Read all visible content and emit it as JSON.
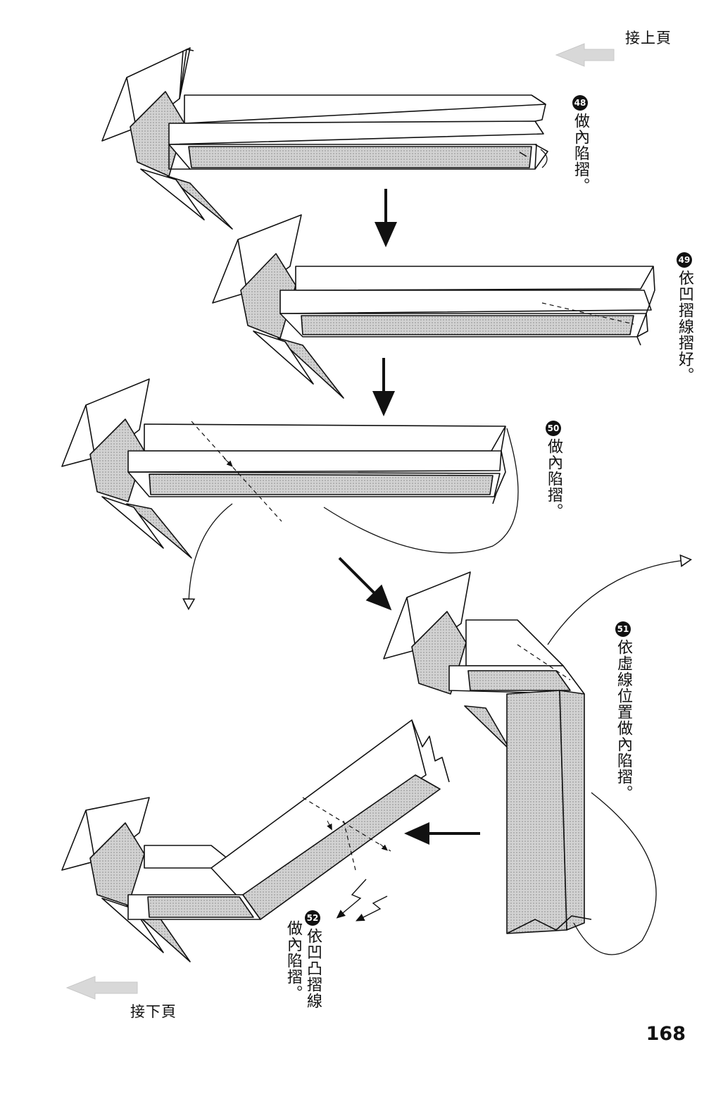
{
  "nav": {
    "prev_page": "接上頁",
    "next_page": "接下頁"
  },
  "steps": [
    {
      "number": "48",
      "text": "做內陷摺。"
    },
    {
      "number": "49",
      "text": "依凹摺線摺好。"
    },
    {
      "number": "50",
      "text": "做內陷摺。"
    },
    {
      "number": "51",
      "text": "依虛線位置做內陷摺。"
    },
    {
      "number": "52",
      "line1": "依凹凸摺線",
      "line2": "做內陷摺。"
    }
  ],
  "page_number": "168",
  "colors": {
    "ink": "#111111",
    "screentone": "#c4c4c4",
    "nav_arrow": "#d6d6d6"
  }
}
